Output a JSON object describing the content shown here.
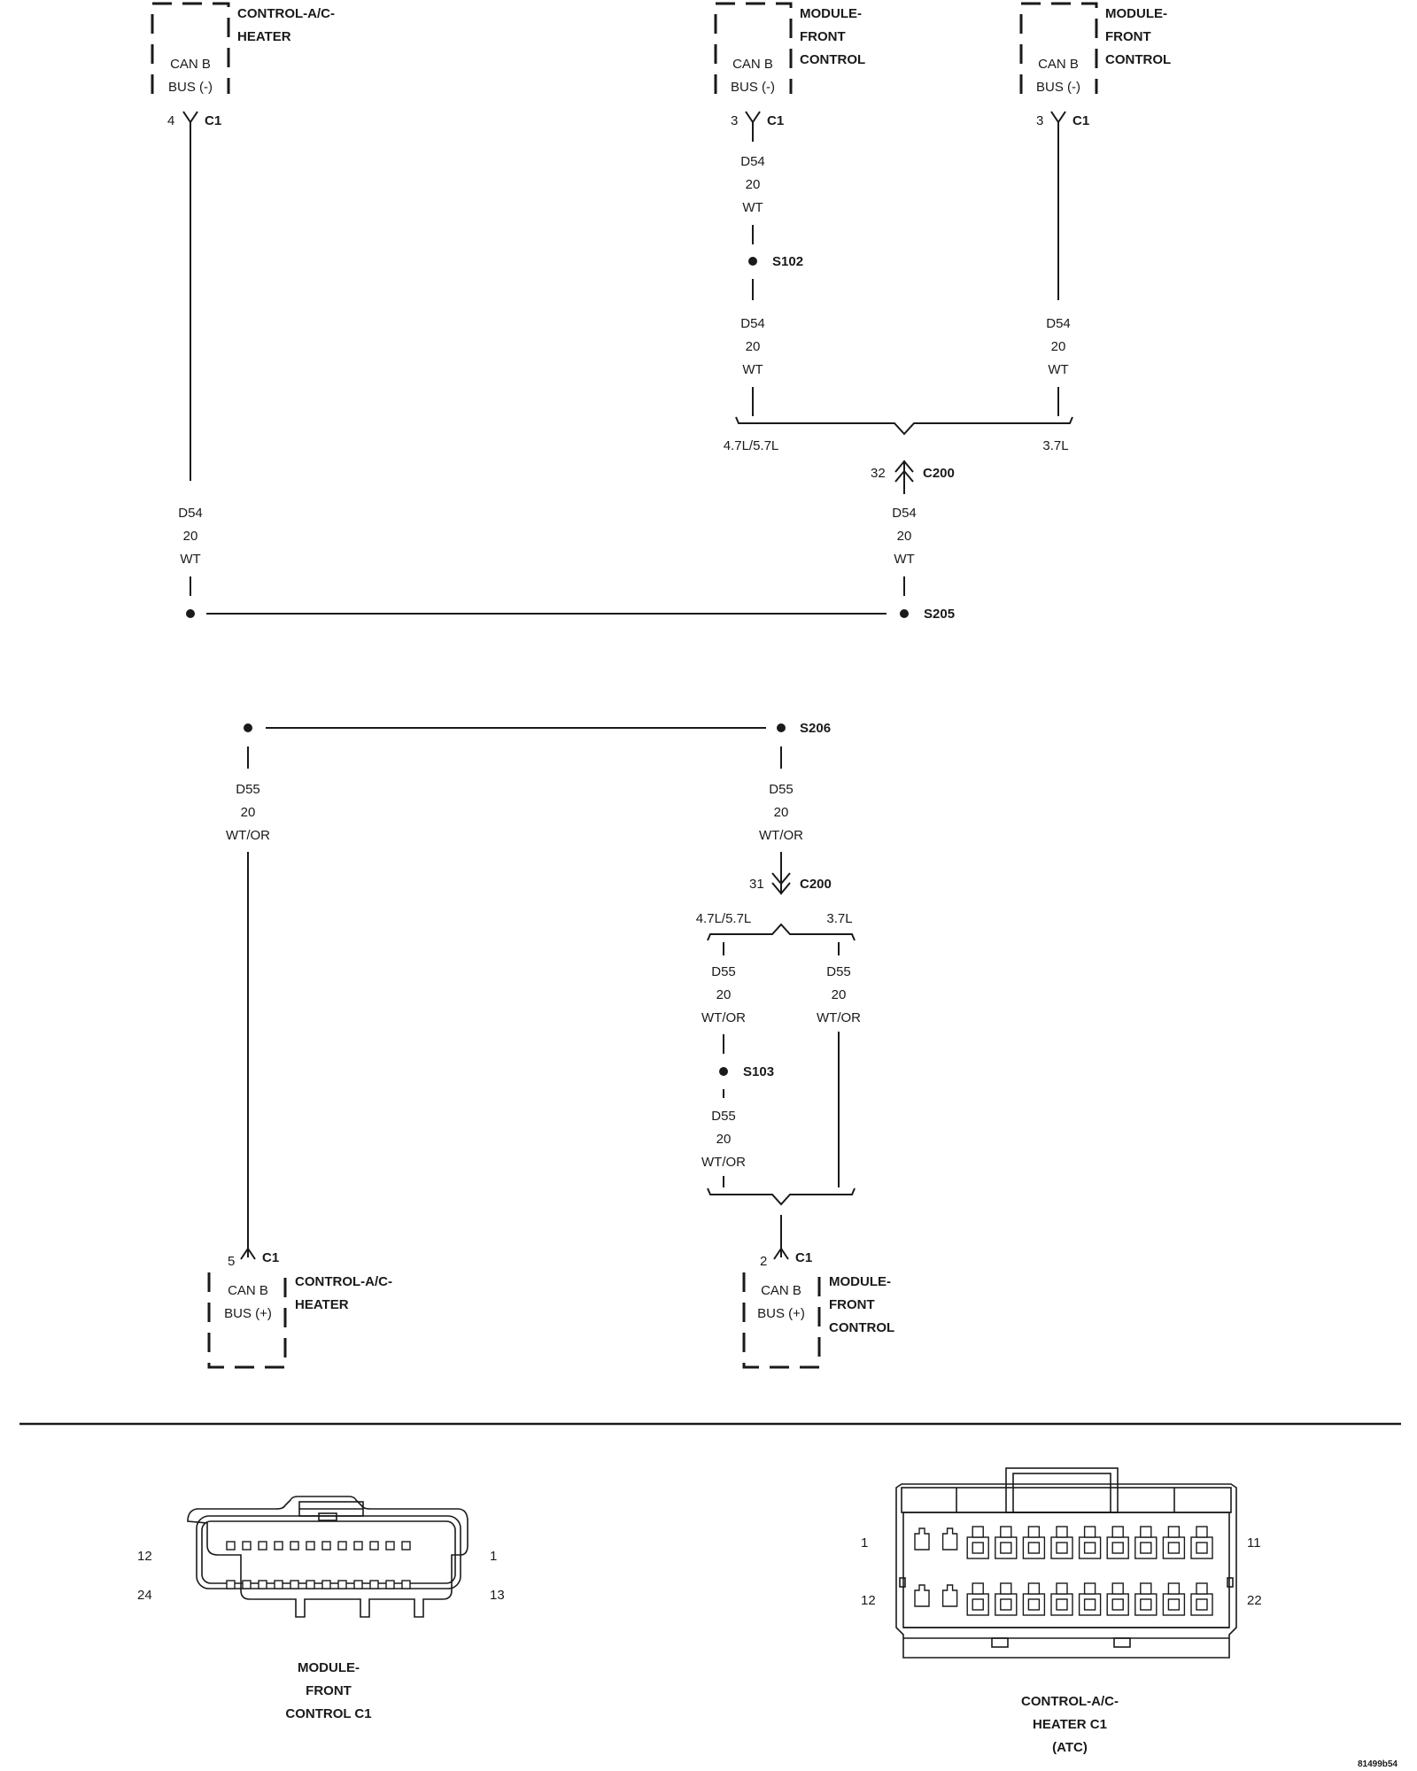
{
  "top": {
    "ach_module": {
      "name_line1": "CONTROL-A/C-",
      "name_line2": "HEATER",
      "signal_line1": "CAN B",
      "signal_line2": "BUS (-)",
      "pin": "4",
      "connector": "C1"
    },
    "fcm_module_a": {
      "name_line1": "MODULE-",
      "name_line2": "FRONT",
      "name_line3": "CONTROL",
      "signal_line1": "CAN B",
      "signal_line2": "BUS (-)",
      "pin": "3",
      "connector": "C1"
    },
    "fcm_module_b": {
      "name_line1": "MODULE-",
      "name_line2": "FRONT",
      "name_line3": "CONTROL",
      "signal_line1": "CAN B",
      "signal_line2": "BUS (-)",
      "pin": "3",
      "connector": "C1"
    },
    "wire_a": {
      "circuit": "D54",
      "gauge": "20",
      "color": "WT"
    },
    "wire_b": {
      "circuit": "D54",
      "gauge": "20",
      "color": "WT"
    },
    "wire_c": {
      "circuit": "D54",
      "gauge": "20",
      "color": "WT"
    },
    "wire_d": {
      "circuit": "D54",
      "gauge": "20",
      "color": "WT"
    },
    "wire_e": {
      "circuit": "D54",
      "gauge": "20",
      "color": "WT"
    },
    "splice_s102": "S102",
    "splice_s205": "S205",
    "variant_left": "4.7L/5.7L",
    "variant_right": "3.7L",
    "c200_pin": "32",
    "c200_label": "C200"
  },
  "bottom": {
    "splice_s206": "S206",
    "splice_s103": "S103",
    "wire_f": {
      "circuit": "D55",
      "gauge": "20",
      "color": "WT/OR"
    },
    "wire_g": {
      "circuit": "D55",
      "gauge": "20",
      "color": "WT/OR"
    },
    "wire_h": {
      "circuit": "D55",
      "gauge": "20",
      "color": "WT/OR"
    },
    "wire_i": {
      "circuit": "D55",
      "gauge": "20",
      "color": "WT/OR"
    },
    "wire_j": {
      "circuit": "D55",
      "gauge": "20",
      "color": "WT/OR"
    },
    "c200_pin": "31",
    "c200_label": "C200",
    "variant_left": "4.7L/5.7L",
    "variant_right": "3.7L",
    "ach_module": {
      "name_line1": "CONTROL-A/C-",
      "name_line2": "HEATER",
      "signal_line1": "CAN B",
      "signal_line2": "BUS (+)",
      "pin": "5",
      "connector": "C1"
    },
    "fcm_module": {
      "name_line1": "MODULE-",
      "name_line2": "FRONT",
      "name_line3": "CONTROL",
      "signal_line1": "CAN B",
      "signal_line2": "BUS (+)",
      "pin": "2",
      "connector": "C1"
    }
  },
  "connectors": {
    "fcm": {
      "title_line1": "MODULE-",
      "title_line2": "FRONT",
      "title_line3": "CONTROL C1",
      "pin_top_left": "12",
      "pin_bottom_left": "24",
      "pin_top_right": "1",
      "pin_bottom_right": "13"
    },
    "ach": {
      "title_line1": "CONTROL-A/C-",
      "title_line2": "HEATER C1",
      "title_line3": "(ATC)",
      "pin_top_left": "1",
      "pin_bottom_left": "12",
      "pin_top_right": "11",
      "pin_bottom_right": "22"
    }
  },
  "figure_id": "81499b54"
}
